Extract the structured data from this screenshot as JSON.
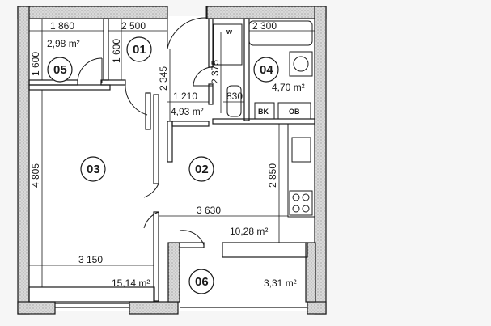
{
  "plan": {
    "colors": {
      "background": "#f6f6f6",
      "wall_fill": "#d9d9d9",
      "line": "#1a1a1a",
      "floor": "#ffffff"
    },
    "rooms": [
      {
        "id": "01",
        "area": ""
      },
      {
        "id": "02",
        "area": "10,28 m²"
      },
      {
        "id": "03",
        "area": "15,14 m²"
      },
      {
        "id": "04",
        "area": "4,70 m²"
      },
      {
        "id": "05",
        "area": "2,98 m²"
      },
      {
        "id": "06",
        "area": "3,31 m²"
      }
    ],
    "extra_area": "4,93 m²",
    "dimensions": {
      "d1860": "1 860",
      "d2500": "2 500",
      "d2300": "2 300",
      "d1600a": "1 600",
      "d1600b": "1 600",
      "d2345": "2 345",
      "d2375": "2 375",
      "d1210": "1 210",
      "d830": "830",
      "d4805": "4 805",
      "d2850": "2 850",
      "d3630": "3 630",
      "d3150": "3 150"
    },
    "labels": {
      "vk": "BK",
      "ov": "OB",
      "w": "w"
    }
  }
}
